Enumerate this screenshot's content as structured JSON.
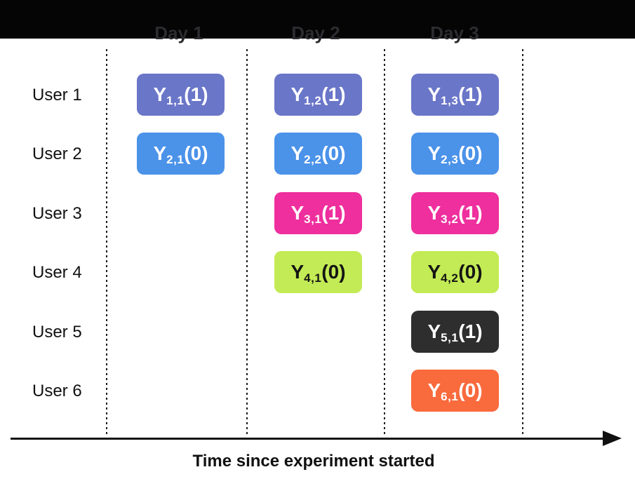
{
  "header": {
    "bar_color": "#050505",
    "days": [
      {
        "label": "Day 1"
      },
      {
        "label": "Day 2"
      },
      {
        "label": "Day 3"
      }
    ]
  },
  "users": [
    {
      "label": "User 1"
    },
    {
      "label": "User 2"
    },
    {
      "label": "User 3"
    },
    {
      "label": "User 4"
    },
    {
      "label": "User 5"
    },
    {
      "label": "User 6"
    }
  ],
  "observations": [
    {
      "user": 1,
      "day_column": 1,
      "base": "Y",
      "sub": "1,1",
      "value": "(1)",
      "color": "#6a76c8",
      "text_color": "#ffffff"
    },
    {
      "user": 1,
      "day_column": 2,
      "base": "Y",
      "sub": "1,2",
      "value": "(1)",
      "color": "#6a76c8",
      "text_color": "#ffffff"
    },
    {
      "user": 1,
      "day_column": 3,
      "base": "Y",
      "sub": "1,3",
      "value": "(1)",
      "color": "#6a76c8",
      "text_color": "#ffffff"
    },
    {
      "user": 2,
      "day_column": 1,
      "base": "Y",
      "sub": "2,1",
      "value": "(0)",
      "color": "#4b92e9",
      "text_color": "#ffffff"
    },
    {
      "user": 2,
      "day_column": 2,
      "base": "Y",
      "sub": "2,2",
      "value": "(0)",
      "color": "#4b92e9",
      "text_color": "#ffffff"
    },
    {
      "user": 2,
      "day_column": 3,
      "base": "Y",
      "sub": "2,3",
      "value": "(0)",
      "color": "#4b92e9",
      "text_color": "#ffffff"
    },
    {
      "user": 3,
      "day_column": 2,
      "base": "Y",
      "sub": "3,1",
      "value": "(1)",
      "color": "#ee2f9d",
      "text_color": "#ffffff"
    },
    {
      "user": 3,
      "day_column": 3,
      "base": "Y",
      "sub": "3,2",
      "value": "(1)",
      "color": "#ee2f9d",
      "text_color": "#ffffff"
    },
    {
      "user": 4,
      "day_column": 2,
      "base": "Y",
      "sub": "4,1",
      "value": "(0)",
      "color": "#c3eb55",
      "text_color": "#141414"
    },
    {
      "user": 4,
      "day_column": 3,
      "base": "Y",
      "sub": "4,2",
      "value": "(0)",
      "color": "#c3eb55",
      "text_color": "#141414"
    },
    {
      "user": 5,
      "day_column": 3,
      "base": "Y",
      "sub": "5,1",
      "value": "(1)",
      "color": "#2e2e2e",
      "text_color": "#ffffff"
    },
    {
      "user": 6,
      "day_column": 3,
      "base": "Y",
      "sub": "6,1",
      "value": "(0)",
      "color": "#f96a3d",
      "text_color": "#ffffff"
    }
  ],
  "axis": {
    "label": "Time since experiment started",
    "line_color": "#111111"
  }
}
